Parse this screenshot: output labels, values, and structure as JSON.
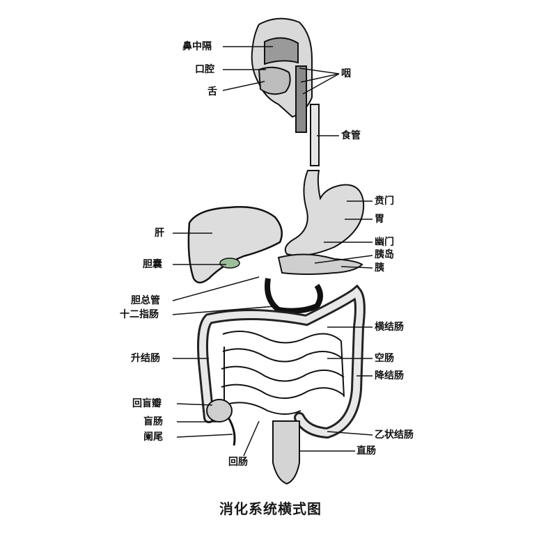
{
  "title": "消化系统横式图",
  "labels": {
    "nasal_septum": "鼻中隔",
    "oral_cavity": "口腔",
    "tongue": "舌",
    "pharynx": "咽",
    "esophagus": "食管",
    "cardia": "贲门",
    "stomach": "胃",
    "liver": "肝",
    "pylorus": "幽门",
    "islets": "胰岛",
    "pancreas": "胰",
    "gallbladder": "胆囊",
    "common_bile_duct": "胆总管",
    "duodenum": "十二指肠",
    "transverse_colon": "横结肠",
    "ascending_colon": "升结肠",
    "jejunum": "空肠",
    "descending_colon": "降结肠",
    "ileocecal_valve": "回盲瓣",
    "cecum": "盲肠",
    "appendix": "阑尾",
    "sigmoid_colon": "乙状结肠",
    "ileum": "回肠",
    "rectum": "直肠"
  }
}
